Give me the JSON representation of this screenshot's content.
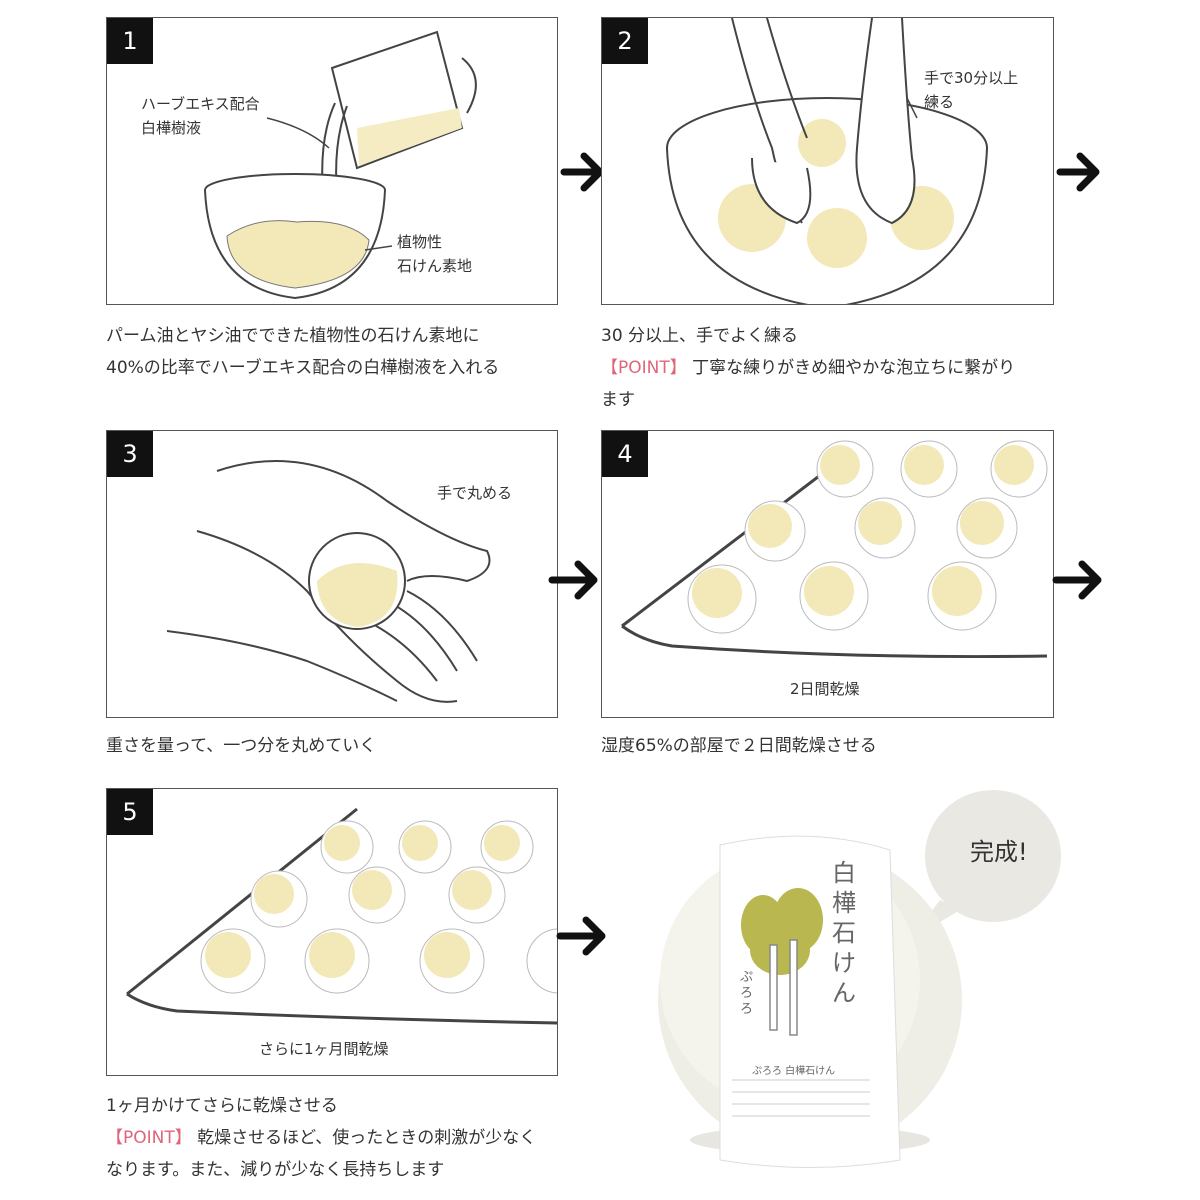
{
  "steps": [
    {
      "number": "1",
      "labels": {
        "liquid_line1": "ハーブエキス配合",
        "liquid_line2": "白樺樹液",
        "base_line1": "植物性",
        "base_line2": "石けん素地"
      },
      "caption_lines": [
        "パーム油とヤシ油でできた植物性の石けん素地に",
        "40%の比率でハーブエキス配合の白樺樹液を入れる"
      ]
    },
    {
      "number": "2",
      "labels": {
        "knead_line1": "手で30分以上",
        "knead_line2": "練る"
      },
      "caption_lines": [
        "30 分以上、手でよく練る"
      ],
      "point_tag": "【POINT】",
      "point_text_line1": "丁寧な練りがきめ細やかな泡立ちに繋がり",
      "point_text_line2": "ます"
    },
    {
      "number": "3",
      "labels": {
        "roll": "手で丸める"
      },
      "caption_lines": [
        "重さを量って、一つ分を丸めていく"
      ]
    },
    {
      "number": "4",
      "labels": {
        "dry": "2日間乾燥"
      },
      "caption_lines": [
        "湿度65%の部屋で２日間乾燥させる"
      ]
    },
    {
      "number": "5",
      "labels": {
        "dry": "さらに1ヶ月間乾燥"
      },
      "caption_lines": [
        "1ヶ月かけてさらに乾燥させる"
      ],
      "point_tag": "【POINT】",
      "point_text_line1": "乾燥させるほど、使ったときの刺激が少なく",
      "point_text_line2": "なります。また、減りが少なく長持ちします"
    }
  ],
  "finished": {
    "bubble_text": "完成!",
    "wrapper_title": "白樺石けん",
    "wrapper_brand": "ぷろろ",
    "wrapper_small_text": "ぷろろ 白樺石けん"
  },
  "colors": {
    "cream": "#f3e8b8",
    "accent": "#e0657a",
    "line": "#444444"
  }
}
